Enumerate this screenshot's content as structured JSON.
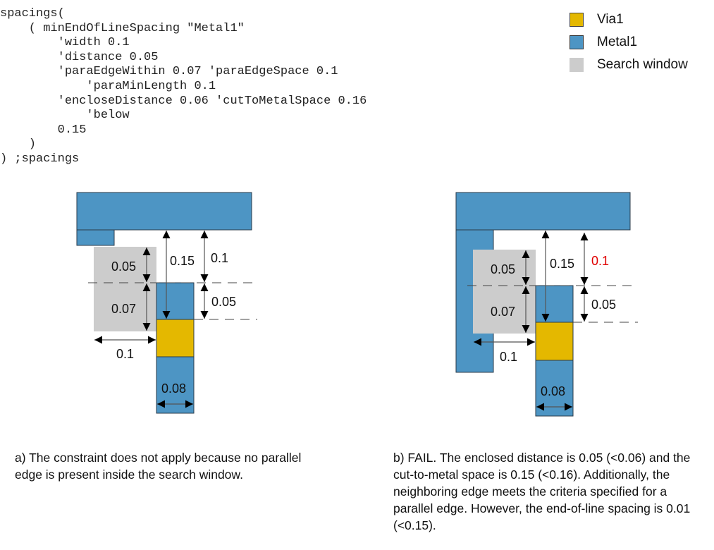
{
  "code": {
    "lines": [
      "spacings(",
      "    ( minEndOfLineSpacing \"Metal1\"",
      "        'width 0.1",
      "        'distance 0.05",
      "        'paraEdgeWithin 0.07 'paraEdgeSpace 0.1",
      "            'paraMinLength 0.1",
      "        'encloseDistance 0.06 'cutToMetalSpace 0.16",
      "            'below",
      "        0.15",
      "    )",
      ") ;spacings"
    ]
  },
  "legend": {
    "items": [
      {
        "label": "Via1",
        "color": "#e4b800"
      },
      {
        "label": "Metal1",
        "color": "#4d95c4"
      },
      {
        "label": "Search window",
        "color": "#cccccc"
      }
    ]
  },
  "colors": {
    "metal": "#4d95c4",
    "via": "#e4b800",
    "search_window": "#cccccc",
    "violation": "#e00000"
  },
  "diagram_a": {
    "labels": {
      "search_above": "0.05",
      "search_below": "0.07",
      "cut_to_metal": "0.15",
      "eol_spacing": "0.1",
      "enclose": "0.05",
      "para_space": "0.1",
      "width": "0.08"
    },
    "caption": "a) The constraint does not apply because no parallel edge is present inside the search window."
  },
  "diagram_b": {
    "labels": {
      "search_above": "0.05",
      "search_below": "0.07",
      "cut_to_metal": "0.15",
      "eol_spacing": "0.1",
      "enclose": "0.05",
      "para_space": "0.1",
      "width": "0.08"
    },
    "caption": "b) FAIL. The enclosed distance is 0.05 (<0.06) and the cut-to-metal space is 0.15 (<0.16). Additionally, the neighboring edge meets the criteria specified for a parallel edge. However, the end-of-line spacing is 0.01 (<0.15)."
  }
}
